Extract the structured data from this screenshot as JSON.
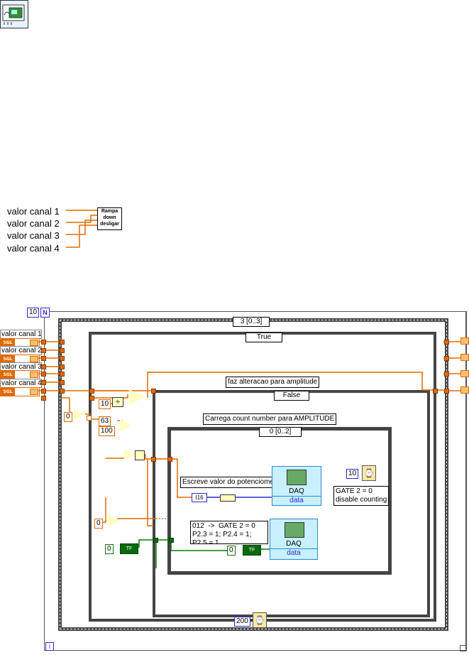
{
  "top_icon": {
    "name": "daq-board-icon"
  },
  "connector_pane": {
    "subvi_label": "Rampa\ndown\ndesligar",
    "inputs": [
      "valor canal 1",
      "valor canal 2",
      "valor canal 3",
      "valor canal 4"
    ]
  },
  "diagram": {
    "for_loop_count": "10",
    "for_loop_N": "N",
    "for_loop_i": "i",
    "outer_sequence_selector": "3 [0..3]",
    "outer_case_selector": "True",
    "inner_case_selector": "False",
    "inner_sequence_selector": "0 [0..2]",
    "channel_labels": [
      "valor canal 1",
      "valor canal 2",
      "valor canal 3",
      "valor canal 4"
    ],
    "sgl_tag": "SGL",
    "wire_label_amplitude": "faz alteracao para amplitude",
    "label_count_number": "Carrega count number para AMPLITUDE",
    "label_potenciometro": "Escreve valor do potenciome",
    "comment_gate": "GATE 2 = 0\ndisable counting",
    "comment_012": "012  ->  GATE 2 = 0\nP2.3 = 1; P2.4 = 1;\nP2.5 = 1",
    "daq_label": "DAQ",
    "daq_sub": "data",
    "const_10a": "10",
    "const_0a": "0",
    "const_63": "63",
    "const_100": "100",
    "const_0b": "0",
    "const_0c": "0",
    "const_0d": "0",
    "const_wait_10": "10",
    "const_wait_200": "200",
    "const_u16": "I16",
    "tf_tag": "TF"
  }
}
